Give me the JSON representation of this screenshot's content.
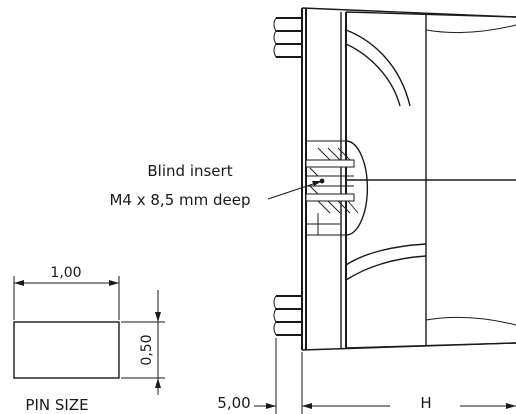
{
  "labels": {
    "insert_line1": "Blind insert",
    "insert_line2": "M4 x 8,5 mm deep",
    "pin_size": "PIN SIZE",
    "pin_width": "1,00",
    "pin_height": "0,50",
    "offset_dim": "5,00",
    "h_dim": "H"
  },
  "colors": {
    "ink": "#1a1a1a",
    "paper": "#ffffff"
  }
}
